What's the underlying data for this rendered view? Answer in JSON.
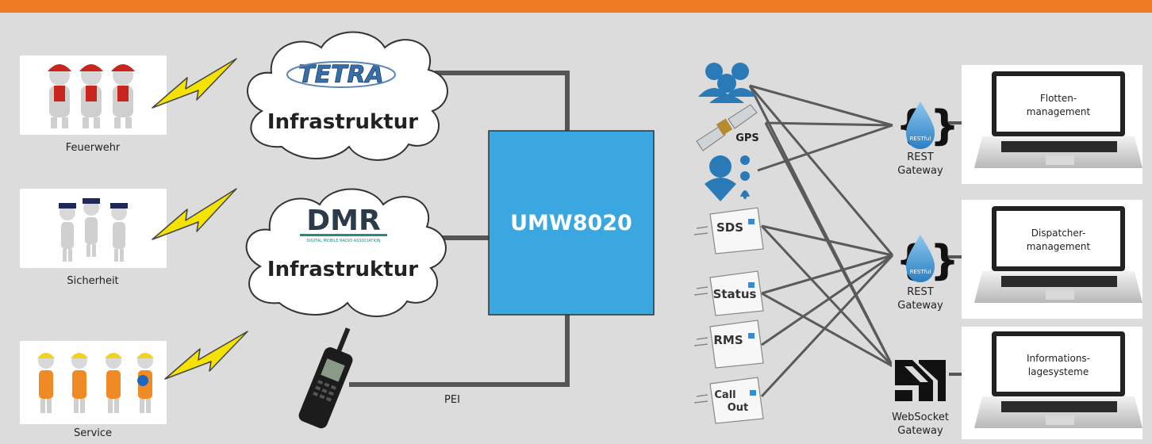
{
  "colors": {
    "accent_bar": "#ed7b24",
    "background": "#dcdcdc",
    "core_box": "#3aa7e0",
    "link_line": "#555555",
    "lightning": "#f4e300",
    "user_icon": "#2a7ab8"
  },
  "groups": [
    {
      "label": "Feuerwehr",
      "icon": "firefighters-photo"
    },
    {
      "label": "Sicherheit",
      "icon": "police-photo"
    },
    {
      "label": "Service",
      "icon": "workers-photo"
    }
  ],
  "networks": [
    {
      "logo": "TETRA",
      "label": "Infrastruktur"
    },
    {
      "logo": "DMR",
      "logo_sub": "DIGITAL MOBILE RADIO ASSOCIATION",
      "label": "Infrastruktur"
    }
  ],
  "core": {
    "label": "UMW8020"
  },
  "pei": {
    "label": "PEI"
  },
  "services": [
    {
      "icon": "users-icon"
    },
    {
      "icon": "satellite-icon",
      "label": "GPS"
    },
    {
      "icon": "user-status-icon"
    },
    {
      "icon": "message-icon",
      "label": "SDS"
    },
    {
      "icon": "message-icon",
      "label": "Status"
    },
    {
      "icon": "message-icon",
      "label": "RMS"
    },
    {
      "icon": "message-icon",
      "label_line1": "Call",
      "label_line2": "Out"
    }
  ],
  "gateways": [
    {
      "icon": "restful-icon",
      "badge": "RESTful",
      "line1": "REST",
      "line2": "Gateway"
    },
    {
      "icon": "restful-icon",
      "badge": "RESTful",
      "line1": "REST",
      "line2": "Gateway"
    },
    {
      "icon": "websocket-icon",
      "line1": "WebSocket",
      "line2": "Gateway"
    }
  ],
  "clients": [
    {
      "line1": "Flotten-",
      "line2": "management"
    },
    {
      "line1": "Dispatcher-",
      "line2": "management"
    },
    {
      "line1": "Informations-",
      "line2": "lagesysteme"
    }
  ]
}
